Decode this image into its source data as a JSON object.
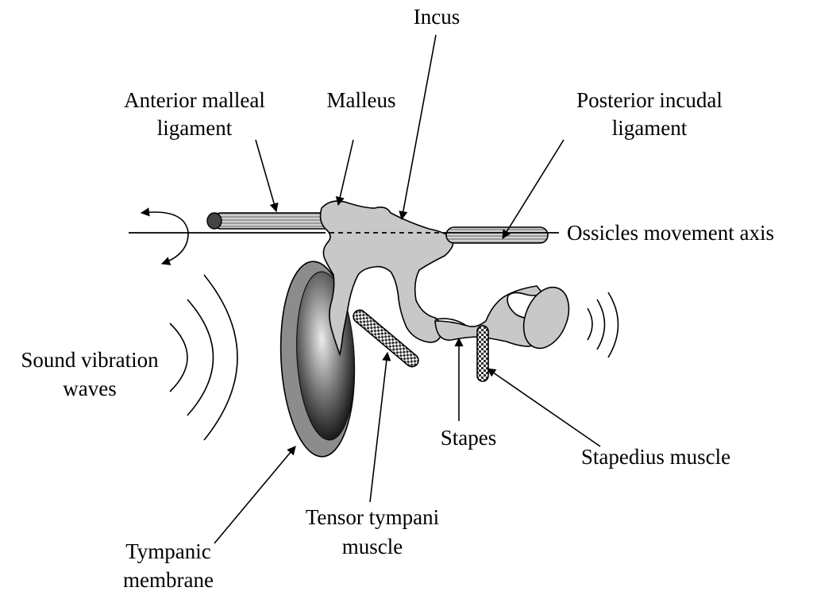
{
  "labels": {
    "incus": "Incus",
    "malleus": "Malleus",
    "anterior_malleal_ligament": [
      "Anterior malleal",
      "ligament"
    ],
    "posterior_incudal_ligament": [
      "Posterior incudal",
      "ligament"
    ],
    "ossicles_movement_axis": "Ossicles movement axis",
    "sound_vibration_waves": [
      "Sound vibration",
      "waves"
    ],
    "stapes": "Stapes",
    "stapedius_muscle": "Stapedius muscle",
    "tympanic_membrane": [
      "Tympanic",
      "membrane"
    ],
    "tensor_tympani_muscle": [
      "Tensor tympani",
      "muscle"
    ]
  },
  "colors": {
    "bone": "#c8c8c8",
    "membrane_outer": "#8c8c8c",
    "membrane_center": "#e6e6e6",
    "membrane_edge": "#1e1e1e",
    "line": "#000000"
  }
}
